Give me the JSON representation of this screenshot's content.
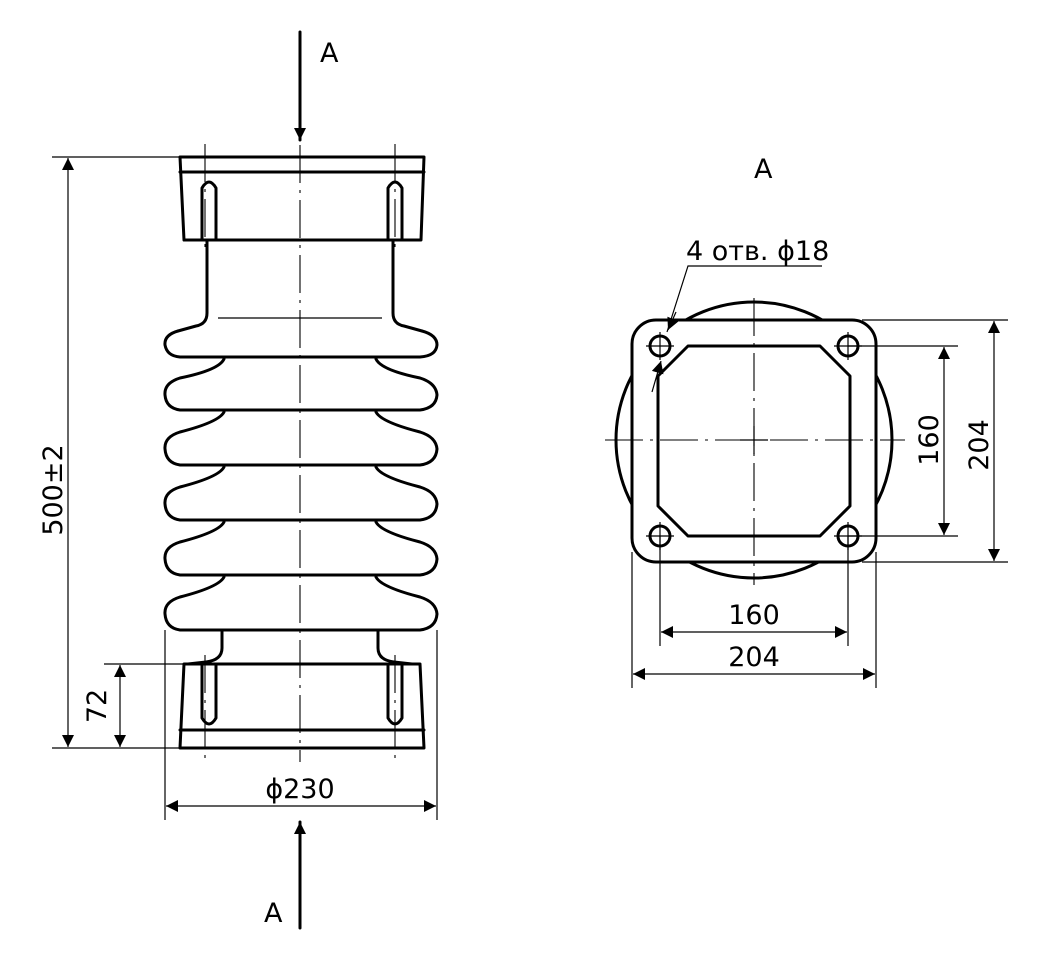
{
  "colors": {
    "line": "#000000",
    "background": "#ffffff"
  },
  "front_view": {
    "section_marker_top": "A",
    "section_marker_bottom": "A",
    "height_dim": "500±2",
    "flange_height_dim": "72",
    "diameter_dim": "ϕ230"
  },
  "section_view": {
    "title": "A",
    "holes_note": "4 отв. ϕ18",
    "bolt_spacing_v": "160",
    "flange_size_v": "204",
    "bolt_spacing_h": "160",
    "flange_size_h": "204"
  }
}
